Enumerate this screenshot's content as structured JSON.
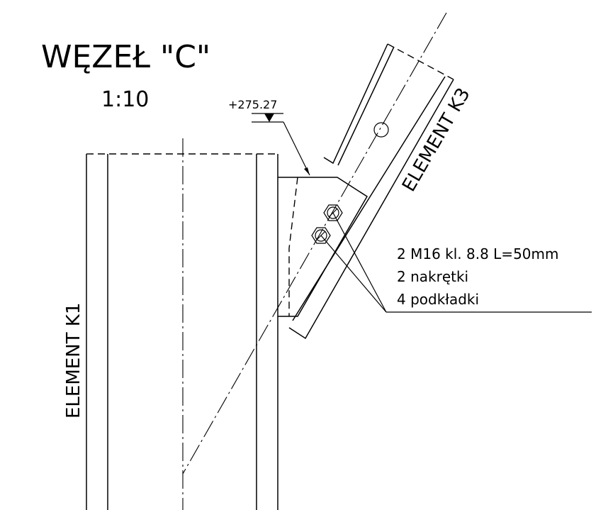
{
  "drawing": {
    "title": "WĘZEŁ \"C\"",
    "scale": "1:10",
    "elevation": "+275.27",
    "element_k1": "ELEMENT K1",
    "element_k3": "ELEMENT K3",
    "notes": [
      "2 M16 kl. 8.8 L=50mm",
      "2 nakrętki",
      "4 podkładki"
    ]
  }
}
